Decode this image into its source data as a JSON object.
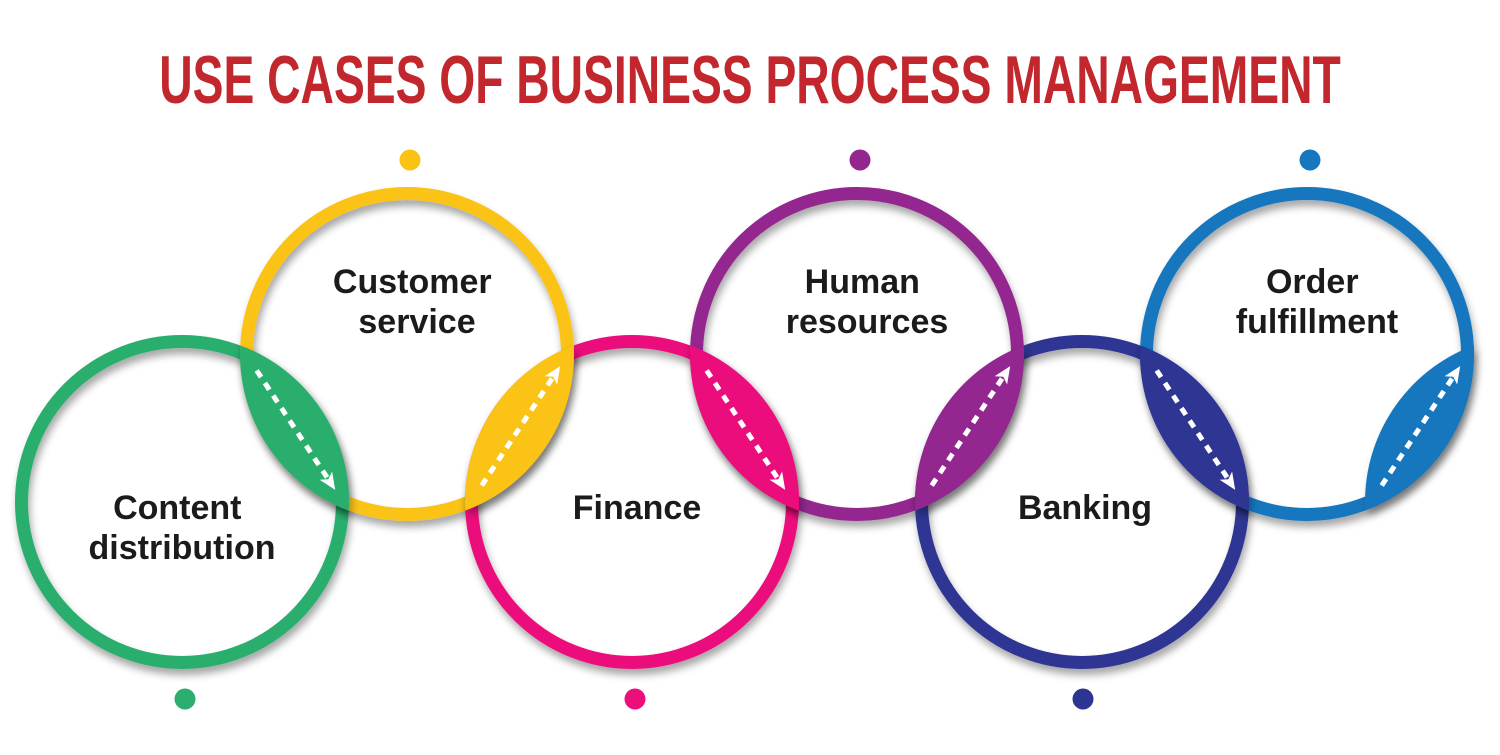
{
  "title": {
    "text": "USE CASES OF BUSINESS PROCESS MANAGEMENT",
    "color": "#C1272D"
  },
  "palette": {
    "label_color": "#1B1B1B",
    "arrow_color": "#FFFFFF",
    "background": "#FFFFFF"
  },
  "use_cases": [
    {
      "name": "content-distribution",
      "lines": [
        "Content",
        "distribution"
      ],
      "color": "#2BAE6E",
      "row": "lower"
    },
    {
      "name": "customer-service",
      "lines": [
        "Customer",
        "service"
      ],
      "color": "#FAC314",
      "row": "upper"
    },
    {
      "name": "finance",
      "lines": [
        "Finance"
      ],
      "color": "#EC0F7B",
      "row": "lower"
    },
    {
      "name": "human-resources",
      "lines": [
        "Human",
        "resources"
      ],
      "color": "#93278F",
      "row": "upper"
    },
    {
      "name": "banking",
      "lines": [
        "Banking"
      ],
      "color": "#2D3592",
      "row": "lower"
    },
    {
      "name": "order-fulfillment",
      "lines": [
        "Order",
        "fulfillment"
      ],
      "color": "#1777BE",
      "row": "upper"
    }
  ]
}
